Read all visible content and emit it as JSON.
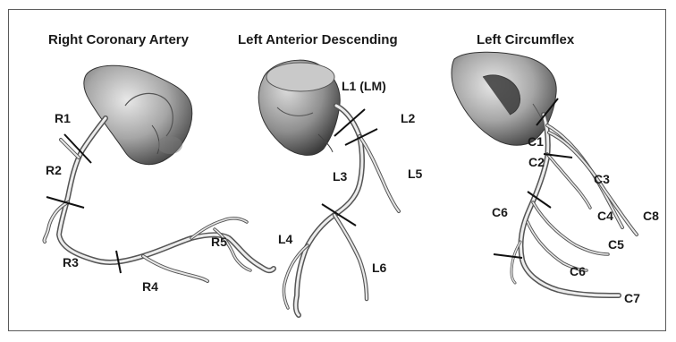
{
  "panels": [
    {
      "title": "Right Coronary Artery"
    },
    {
      "title": "Left Anterior Descending"
    },
    {
      "title": "Left Circumflex"
    }
  ],
  "labels": {
    "r1": "R1",
    "r2": "R2",
    "r3": "R3",
    "r4": "R4",
    "r5": "R5",
    "l1": "L1 (LM)",
    "l2": "L2",
    "l3": "L3",
    "l4": "L4",
    "l5": "L5",
    "l6": "L6",
    "c1": "C1",
    "c2": "C2",
    "c3": "C3",
    "c4": "C4",
    "c5": "C5",
    "c6a": "C6",
    "c6b": "C6",
    "c7": "C7",
    "c8": "C8"
  }
}
